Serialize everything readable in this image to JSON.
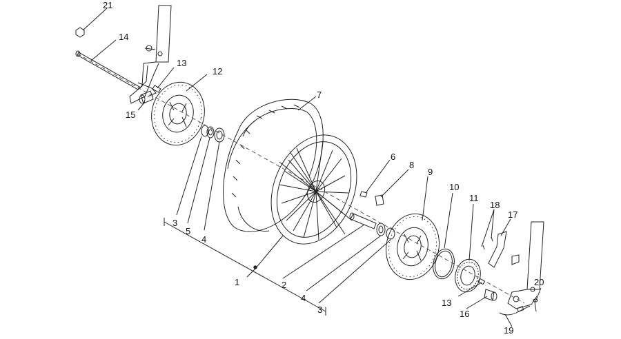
{
  "callouts": [
    {
      "id": "c21",
      "label": "21"
    },
    {
      "id": "c14",
      "label": "14"
    },
    {
      "id": "c13a",
      "label": "13"
    },
    {
      "id": "c12",
      "label": "12"
    },
    {
      "id": "c15",
      "label": "15"
    },
    {
      "id": "c7",
      "label": "7"
    },
    {
      "id": "c6",
      "label": "6"
    },
    {
      "id": "c8",
      "label": "8"
    },
    {
      "id": "c9",
      "label": "9"
    },
    {
      "id": "c10",
      "label": "10"
    },
    {
      "id": "c11",
      "label": "11"
    },
    {
      "id": "c18",
      "label": "18"
    },
    {
      "id": "c17",
      "label": "17"
    },
    {
      "id": "c3a",
      "label": "3"
    },
    {
      "id": "c5",
      "label": "5"
    },
    {
      "id": "c4a",
      "label": "4"
    },
    {
      "id": "c1",
      "label": "1"
    },
    {
      "id": "c2",
      "label": "2"
    },
    {
      "id": "c4b",
      "label": "4"
    },
    {
      "id": "c3b",
      "label": "3"
    },
    {
      "id": "c13b",
      "label": "13"
    },
    {
      "id": "c16",
      "label": "16"
    },
    {
      "id": "c20",
      "label": "20"
    },
    {
      "id": "c19",
      "label": "19"
    }
  ],
  "colors": {
    "line": "#222222",
    "ink": "#111111",
    "background": "#ffffff"
  }
}
